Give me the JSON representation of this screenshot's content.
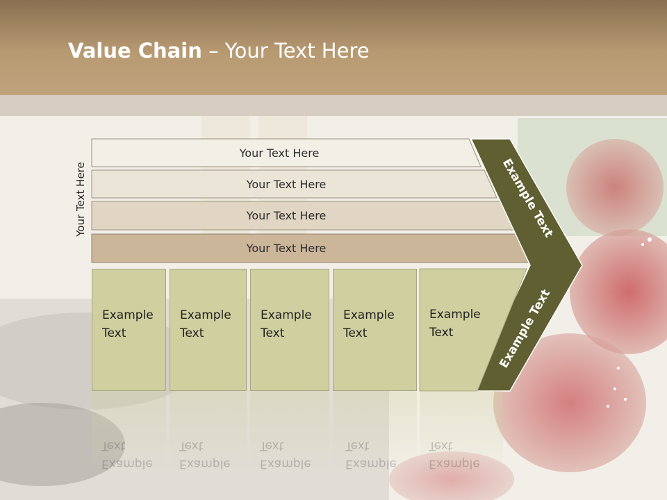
{
  "title": {
    "bold": "Value Chain",
    "rest": " – Your Text Here"
  },
  "vertical_label": "Your Text Here",
  "rows": [
    "Your Text Here",
    "Your Text Here",
    "Your Text Here",
    "Your Text Here"
  ],
  "boxes": [
    "Example\nText",
    "Example\nText",
    "Example\nText",
    "Example\nText",
    "Example\nText"
  ],
  "arrow": {
    "upper_label": "Example Text",
    "lower_label": "Example Text"
  },
  "colors": {
    "header": "#a88b64",
    "arrow": "#5f5f31",
    "box": "#cfcf9f",
    "row1": "#f1efe6",
    "row2": "#ebe5d8",
    "row3": "#e1d6c3",
    "row4": "#cbb69a"
  }
}
